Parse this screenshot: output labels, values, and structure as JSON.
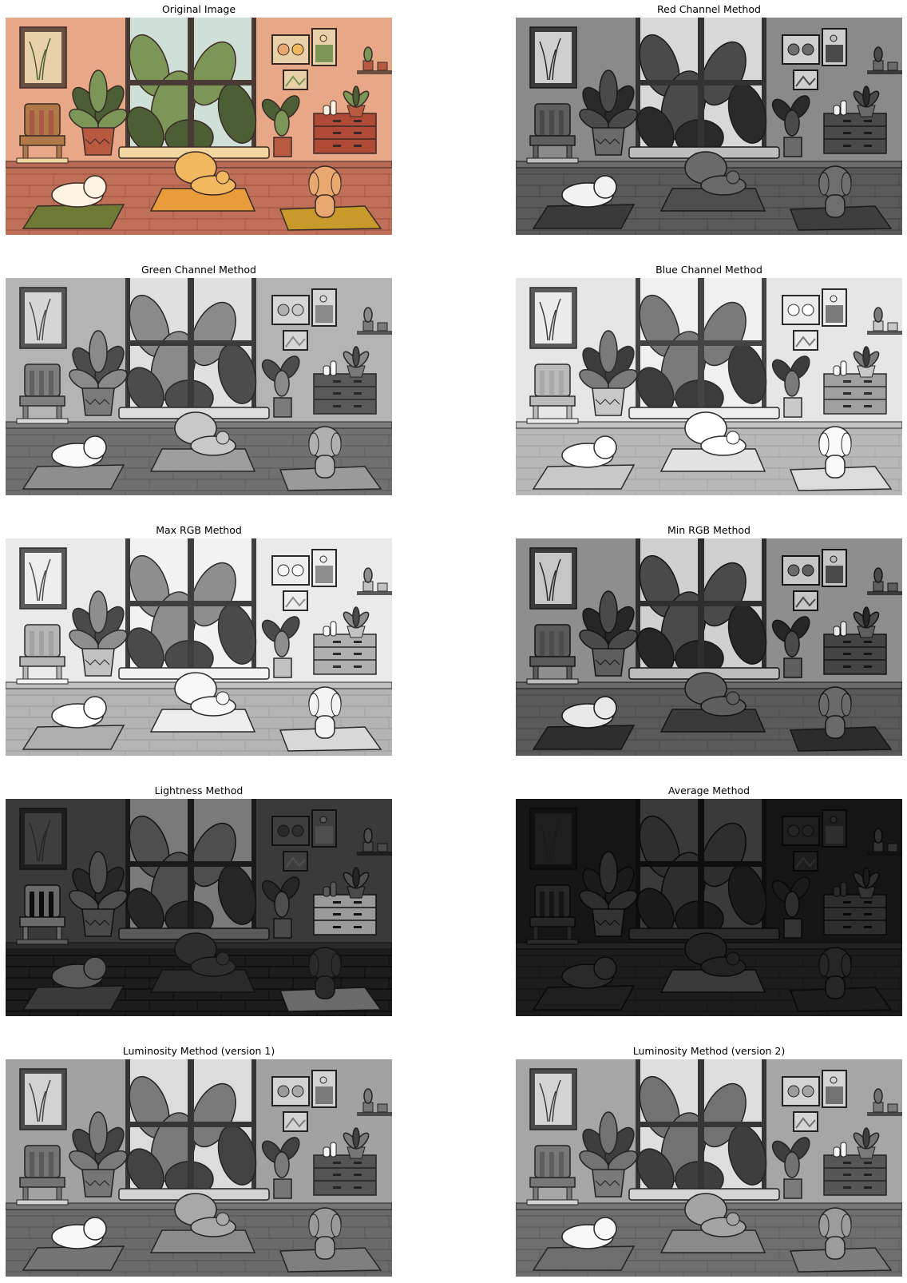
{
  "figure": {
    "panels": [
      {
        "id": "original",
        "title": "Original Image",
        "palette": {
          "wall": "#e8a888",
          "floor": "#c07058",
          "floorDark": "#a85a46",
          "baseboard": "#b86a54",
          "rug": "#f2d6a0",
          "window": "#cfe0d8",
          "windowFrame": "#4a3a36",
          "leaf": "#7c9658",
          "leafDark": "#4c5e34",
          "pot": "#b85a40",
          "chair": "#b07a48",
          "dresser": "#b04a36",
          "mat1": "#6e7a34",
          "mat2": "#e89c3a",
          "mat3": "#c89a2a",
          "animal1": "#fff4e4",
          "animal2": "#f2b860",
          "animal3": "#e8a870",
          "frame": "#6a4e40",
          "frameFill": "#e8d0a8",
          "line": "#3a2a26"
        }
      },
      {
        "id": "red-channel",
        "title": "Red Channel Method",
        "palette": {
          "wall": "#8a8a8a",
          "floor": "#5a5a5a",
          "floorDark": "#4a4a4a",
          "baseboard": "#6a6a6a",
          "rug": "#bdbdbd",
          "window": "#d8d8d8",
          "windowFrame": "#333333",
          "leaf": "#4a4a4a",
          "leafDark": "#2a2a2a",
          "pot": "#6a6a6a",
          "chair": "#5e5e5e",
          "dresser": "#4a4a4a",
          "mat1": "#3a3a3a",
          "mat2": "#4e4e4e",
          "mat3": "#3e3e3e",
          "animal1": "#f2f2f2",
          "animal2": "#6a6a6a",
          "animal3": "#6e6e6e",
          "frame": "#3a3a3a",
          "frameFill": "#cfcfcf",
          "line": "#1a1a1a"
        }
      },
      {
        "id": "green-channel",
        "title": "Green Channel Method",
        "palette": {
          "wall": "#b4b4b4",
          "floor": "#707070",
          "floorDark": "#606060",
          "baseboard": "#7e7e7e",
          "rug": "#dcdcdc",
          "window": "#e0e0e0",
          "windowFrame": "#3a3a3a",
          "leaf": "#8a8a8a",
          "leafDark": "#4c4c4c",
          "pot": "#7a7a7a",
          "chair": "#7e7e7e",
          "dresser": "#5a5a5a",
          "mat1": "#8e8e8e",
          "mat2": "#9e9e9e",
          "mat3": "#9a9a9a",
          "animal1": "#fbfbfb",
          "animal2": "#c8c8c8",
          "animal3": "#b0b0b0",
          "frame": "#555555",
          "frameFill": "#d6d6d6",
          "line": "#262626"
        }
      },
      {
        "id": "blue-channel",
        "title": "Blue Channel Method",
        "palette": {
          "wall": "#e6e6e6",
          "floor": "#b8b8b8",
          "floorDark": "#a8a8a8",
          "baseboard": "#c4c4c4",
          "rug": "#ededed",
          "window": "#f0f0f0",
          "windowFrame": "#444444",
          "leaf": "#7a7a7a",
          "leafDark": "#3c3c3c",
          "pot": "#c8c8c8",
          "chair": "#bababa",
          "dresser": "#a0a0a0",
          "mat1": "#c8c8c8",
          "mat2": "#e2e2e2",
          "mat3": "#dcdcdc",
          "animal1": "#ffffff",
          "animal2": "#ffffff",
          "animal3": "#fafafa",
          "frame": "#5a5a5a",
          "frameFill": "#ececec",
          "line": "#2a2a2a"
        }
      },
      {
        "id": "max-rgb",
        "title": "Max RGB Method",
        "palette": {
          "wall": "#eaeaea",
          "floor": "#b4b4b4",
          "floorDark": "#a2a2a2",
          "baseboard": "#c0c0c0",
          "rug": "#f2f2f2",
          "window": "#f2f2f2",
          "windowFrame": "#3e3e3e",
          "leaf": "#8e8e8e",
          "leafDark": "#4a4a4a",
          "pot": "#c2c2c2",
          "chair": "#b6b6b6",
          "dresser": "#b0b0b0",
          "mat1": "#aeaeae",
          "mat2": "#eeeeee",
          "mat3": "#d8d8d8",
          "animal1": "#ffffff",
          "animal2": "#f8f8f8",
          "animal3": "#f4f4f4",
          "frame": "#5a5a5a",
          "frameFill": "#eeeeee",
          "line": "#2a2a2a"
        }
      },
      {
        "id": "min-rgb",
        "title": "Min RGB Method",
        "palette": {
          "wall": "#8e8e8e",
          "floor": "#5a5a5a",
          "floorDark": "#4c4c4c",
          "baseboard": "#6a6a6a",
          "rug": "#bcbcbc",
          "window": "#d0d0d0",
          "windowFrame": "#2e2e2e",
          "leaf": "#4a4a4a",
          "leafDark": "#262626",
          "pot": "#5e5e5e",
          "chair": "#5a5a5a",
          "dresser": "#444444",
          "mat1": "#2e2e2e",
          "mat2": "#3a3a3a",
          "mat3": "#2c2c2c",
          "animal1": "#e8e8e8",
          "animal2": "#5e5e5e",
          "animal3": "#6a6a6a",
          "frame": "#3a3a3a",
          "frameFill": "#c6c6c6",
          "line": "#141414"
        }
      },
      {
        "id": "lightness",
        "title": "Lightness Method",
        "palette": {
          "wall": "#3a3a3a",
          "floor": "#1c1c1c",
          "floorDark": "#0c0c0c",
          "baseboard": "#2a2a2a",
          "rug": "#5a5a5a",
          "window": "#7a7a7a",
          "windowFrame": "#1a1a1a",
          "leaf": "#4e4e4e",
          "leafDark": "#262626",
          "pot": "#4a4a4a",
          "chair": "#6a6a6a",
          "dresser": "#9a9a9a",
          "mat1": "#3a3a3a",
          "mat2": "#2a2a2a",
          "mat3": "#6a6a6a",
          "animal1": "#5a5a5a",
          "animal2": "#2e2e2e",
          "animal3": "#2a2a2a",
          "frame": "#1e1e1e",
          "frameFill": "#3e3e3e",
          "line": "#111111"
        }
      },
      {
        "id": "average",
        "title": "Average Method",
        "palette": {
          "wall": "#151515",
          "floor": "#1c1c1c",
          "floorDark": "#141414",
          "baseboard": "#222222",
          "rug": "#2a2a2a",
          "window": "#3a3a3a",
          "windowFrame": "#0e0e0e",
          "leaf": "#2e2e2e",
          "leafDark": "#1a1a1a",
          "pot": "#333333",
          "chair": "#262626",
          "dresser": "#2e2e2e",
          "mat1": "#1e1e1e",
          "mat2": "#3a3a3a",
          "mat3": "#1c1c1c",
          "animal1": "#2a2a2a",
          "animal2": "#222222",
          "animal3": "#262626",
          "frame": "#101010",
          "frameFill": "#1e1e1e",
          "line": "#080808"
        }
      },
      {
        "id": "luminosity-v1",
        "title": "Luminosity Method (version 1)",
        "palette": {
          "wall": "#a2a2a2",
          "floor": "#6a6a6a",
          "floorDark": "#5a5a5a",
          "baseboard": "#767676",
          "rug": "#d2d2d2",
          "window": "#dcdcdc",
          "windowFrame": "#363636",
          "leaf": "#7a7a7a",
          "leafDark": "#424242",
          "pot": "#767676",
          "chair": "#747474",
          "dresser": "#545454",
          "mat1": "#747474",
          "mat2": "#8c8c8c",
          "mat3": "#7e7e7e",
          "animal1": "#f8f8f8",
          "animal2": "#a8a8a8",
          "animal3": "#9a9a9a",
          "frame": "#4a4a4a",
          "frameFill": "#d2d2d2",
          "line": "#222222"
        }
      },
      {
        "id": "luminosity-v2",
        "title": "Luminosity Method (version 2)",
        "palette": {
          "wall": "#a6a6a6",
          "floor": "#6e6e6e",
          "floorDark": "#5e5e5e",
          "baseboard": "#787878",
          "rug": "#d4d4d4",
          "window": "#dedede",
          "windowFrame": "#363636",
          "leaf": "#727272",
          "leafDark": "#3e3e3e",
          "pot": "#7a7a7a",
          "chair": "#787878",
          "dresser": "#565656",
          "mat1": "#6e6e6e",
          "mat2": "#8a8a8a",
          "mat3": "#7c7c7c",
          "animal1": "#f8f8f8",
          "animal2": "#a4a4a4",
          "animal3": "#9c9c9c",
          "frame": "#4a4a4a",
          "frameFill": "#d4d4d4",
          "line": "#222222"
        }
      }
    ]
  }
}
